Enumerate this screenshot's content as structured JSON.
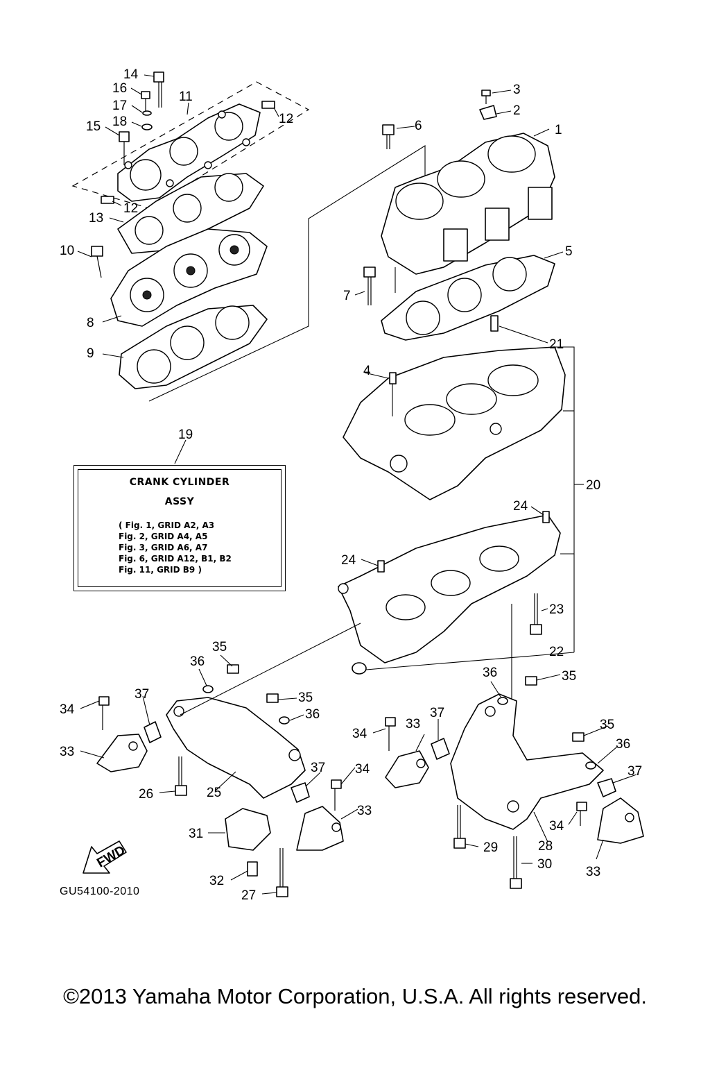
{
  "callouts": [
    "1",
    "2",
    "3",
    "4",
    "5",
    "6",
    "7",
    "8",
    "9",
    "10",
    "11",
    "12",
    "12",
    "13",
    "14",
    "15",
    "16",
    "17",
    "18",
    "19",
    "20",
    "21",
    "22",
    "23",
    "24",
    "24",
    "25",
    "26",
    "27",
    "28",
    "29",
    "30",
    "31",
    "32",
    "33",
    "33",
    "33",
    "33",
    "34",
    "34",
    "34",
    "34",
    "35",
    "35",
    "35",
    "35",
    "36",
    "36",
    "36",
    "36",
    "37",
    "37",
    "37",
    "37"
  ],
  "reference_box": {
    "title_line1": "CRANK CYLINDER",
    "title_line2": "ASSY",
    "lines": [
      "( Fig. 1,  GRID A2, A3",
      "Fig. 2,  GRID A4, A5",
      "Fig. 3,  GRID A6, A7",
      "Fig. 6,  GRID A12, B1, B2",
      "Fig. 11, GRID B9 )"
    ]
  },
  "fwd_label": "FWD",
  "diagram_code": "GU54100-2010",
  "copyright": "©2013 Yamaha Motor Corporation, U.S.A. All rights reserved."
}
